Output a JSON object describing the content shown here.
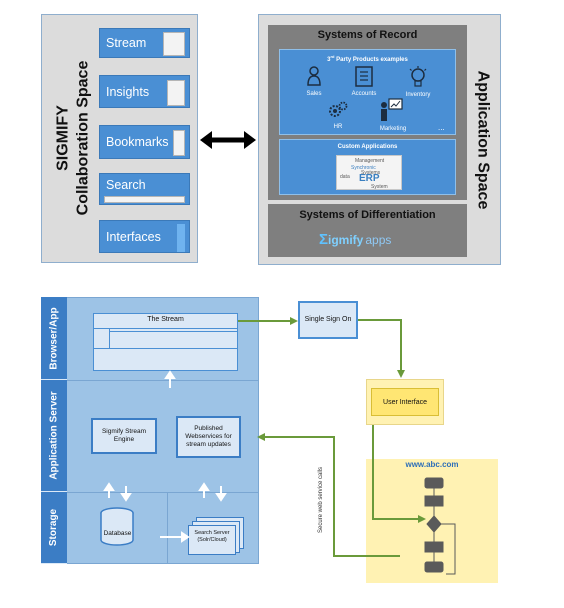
{
  "collaboration": {
    "title_line1": "SIGMIFY",
    "title_line2": "Collaboration Space",
    "items": [
      {
        "label": "Stream"
      },
      {
        "label": "Insights"
      },
      {
        "label": "Bookmarks"
      },
      {
        "label": "Search"
      },
      {
        "label": "Interfaces"
      }
    ]
  },
  "application": {
    "title": "Application Space",
    "systems_of_record": {
      "title": "Systems of Record",
      "third_party": {
        "title_prefix": "3",
        "title_sup": "rd",
        "title_suffix": " Party Products examples",
        "icons": [
          {
            "label": "Sales",
            "icon": "person-icon"
          },
          {
            "label": "Accounts",
            "icon": "building-icon"
          },
          {
            "label": "Inventory",
            "icon": "lightbulb-icon"
          },
          {
            "label": "HR",
            "icon": "gears-icon"
          },
          {
            "label": "Marketing",
            "icon": "presenter-icon"
          },
          {
            "label": "..."
          }
        ]
      },
      "custom_apps": {
        "title": "Custom Applications",
        "cloud_words": [
          "Management",
          "Synchronic",
          "Systems",
          "ERP",
          "data",
          "System"
        ]
      }
    },
    "systems_of_differentiation": {
      "title": "Systems of Differentiation",
      "logo_mark": "Σ",
      "logo_text": "igmify",
      "logo_apps": "apps"
    }
  },
  "architecture": {
    "layers": [
      {
        "label": "Browser/App"
      },
      {
        "label": "Application Server"
      },
      {
        "label": "Storage"
      }
    ],
    "stream_window": "The Stream",
    "engine": "Sigmify Stream Engine",
    "webservices": "Published Webservices for stream updates",
    "database": "Database",
    "search_server": "Search Server (Solr/Cloud)",
    "sso": "Single Sign On",
    "user_interface": "User Interface",
    "website": "www.abc.com",
    "secure_calls": "Secure web service calls"
  },
  "colors": {
    "panel_gray": "#dcdcdc",
    "button_blue": "#4a8fd4",
    "layer_blue": "#3b7dc5",
    "arrow_green": "#6a9a3a",
    "ui_yellow": "#ffe673"
  }
}
